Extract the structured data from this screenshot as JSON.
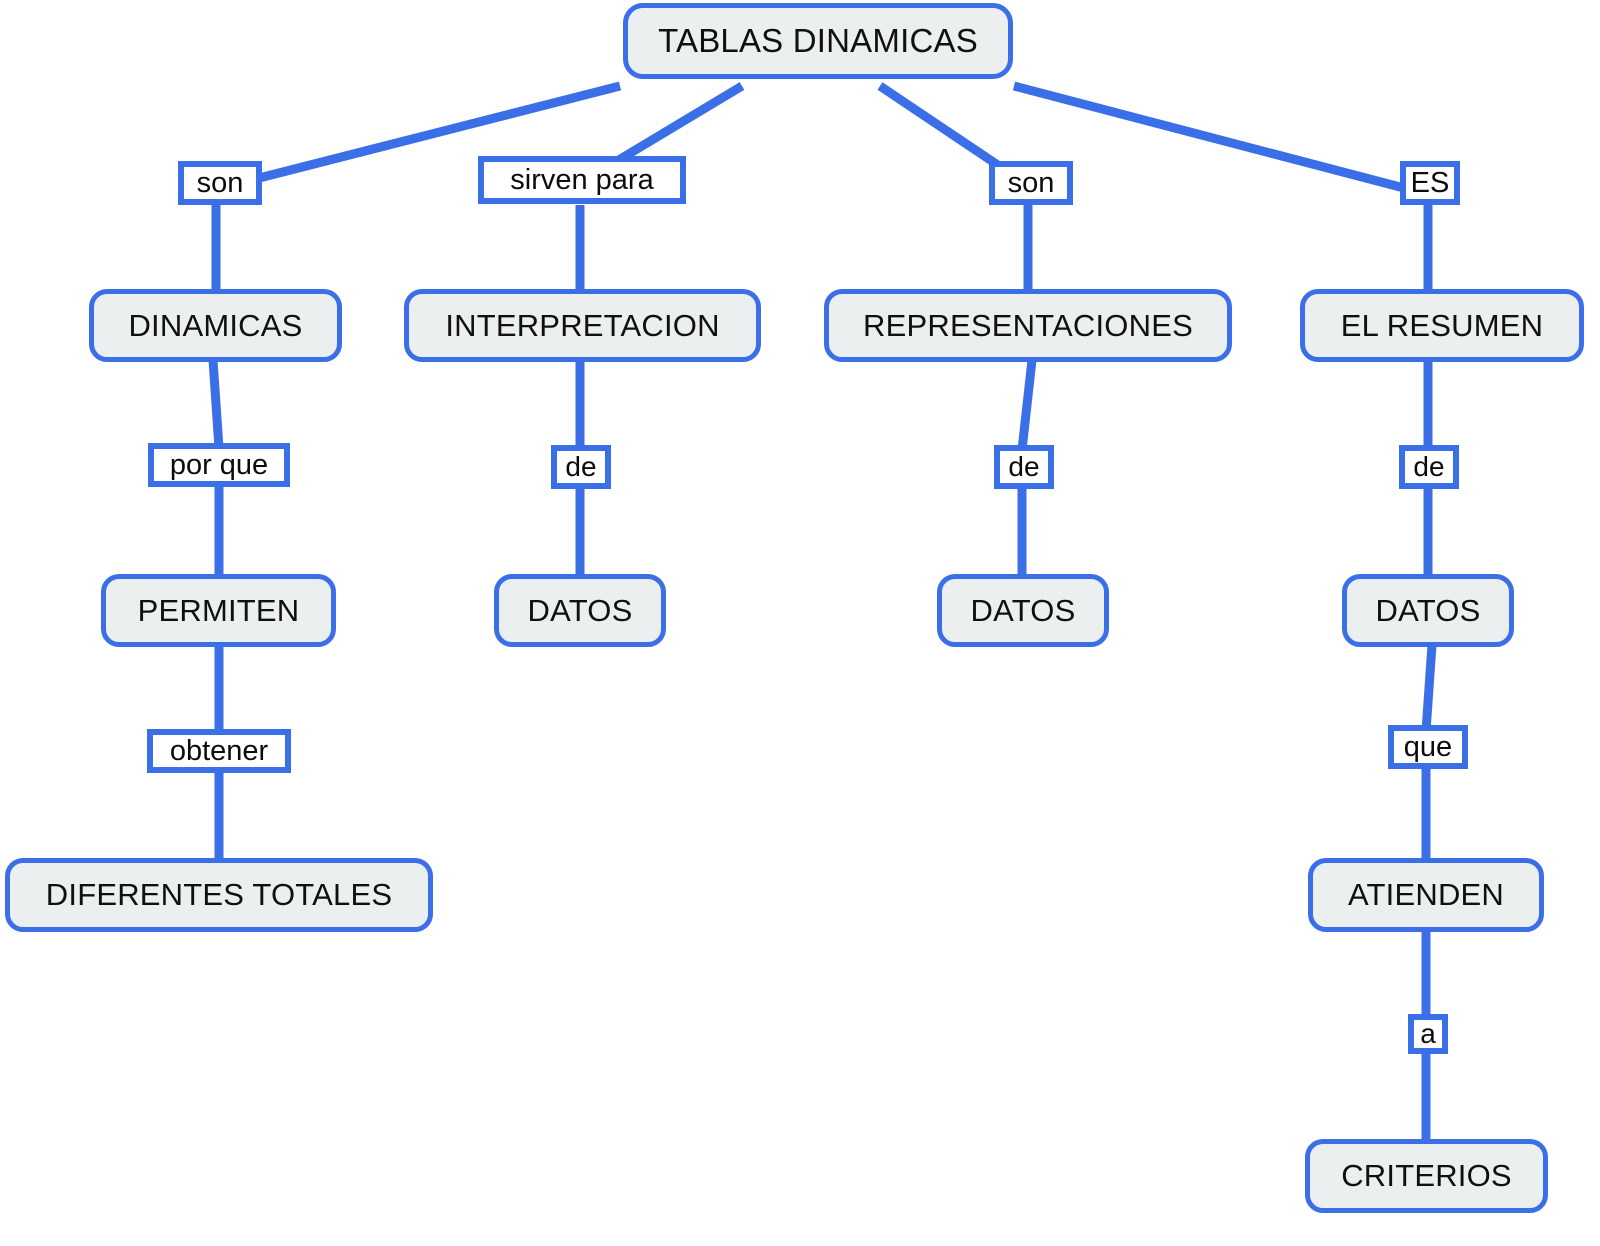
{
  "diagram": {
    "title": "TABLAS DINAMICAS",
    "type": "concept-map",
    "colors": {
      "edge": "#3b6fe8",
      "node_border": "#3b6fe8",
      "node_fill": "#eceff0",
      "label_fill": "#ffffff",
      "text": "#101010",
      "background": "#ffffff"
    }
  },
  "root": {
    "label": "TABLAS DINAMICAS"
  },
  "branches": [
    {
      "id": "branch-dinamicas",
      "link_from_root": "son",
      "chain": [
        {
          "label": "DINAMICAS"
        },
        {
          "link": "por que"
        },
        {
          "label": "PERMITEN"
        },
        {
          "link": "obtener"
        },
        {
          "label": "DIFERENTES TOTALES"
        }
      ]
    },
    {
      "id": "branch-interpretacion",
      "link_from_root": "sirven para",
      "chain": [
        {
          "label": "INTERPRETACION"
        },
        {
          "link": "de"
        },
        {
          "label": "DATOS"
        }
      ]
    },
    {
      "id": "branch-representaciones",
      "link_from_root": "son",
      "chain": [
        {
          "label": "REPRESENTACIONES"
        },
        {
          "link": "de"
        },
        {
          "label": "DATOS"
        }
      ]
    },
    {
      "id": "branch-resumen",
      "link_from_root": "ES",
      "chain": [
        {
          "label": "EL RESUMEN"
        },
        {
          "link": "de"
        },
        {
          "label": "DATOS"
        },
        {
          "link": "que"
        },
        {
          "label": "ATIENDEN"
        },
        {
          "link": "a"
        },
        {
          "label": "CRITERIOS"
        }
      ]
    }
  ],
  "nodes": {
    "root": "TABLAS DINAMICAS",
    "son_1": "son",
    "sirven_para": "sirven para",
    "son_2": "son",
    "es": "ES",
    "dinamicas": "DINAMICAS",
    "interpretacion": "INTERPRETACION",
    "representaciones": "REPRESENTACIONES",
    "el_resumen": "EL RESUMEN",
    "por_que": "por que",
    "de_1": "de",
    "de_2": "de",
    "de_3": "de",
    "permiten": "PERMITEN",
    "datos_1": "DATOS",
    "datos_2": "DATOS",
    "datos_3": "DATOS",
    "obtener": "obtener",
    "que": "que",
    "diferentes_totales": "DIFERENTES TOTALES",
    "atienden": "ATIENDEN",
    "a": "a",
    "criterios": "CRITERIOS"
  }
}
